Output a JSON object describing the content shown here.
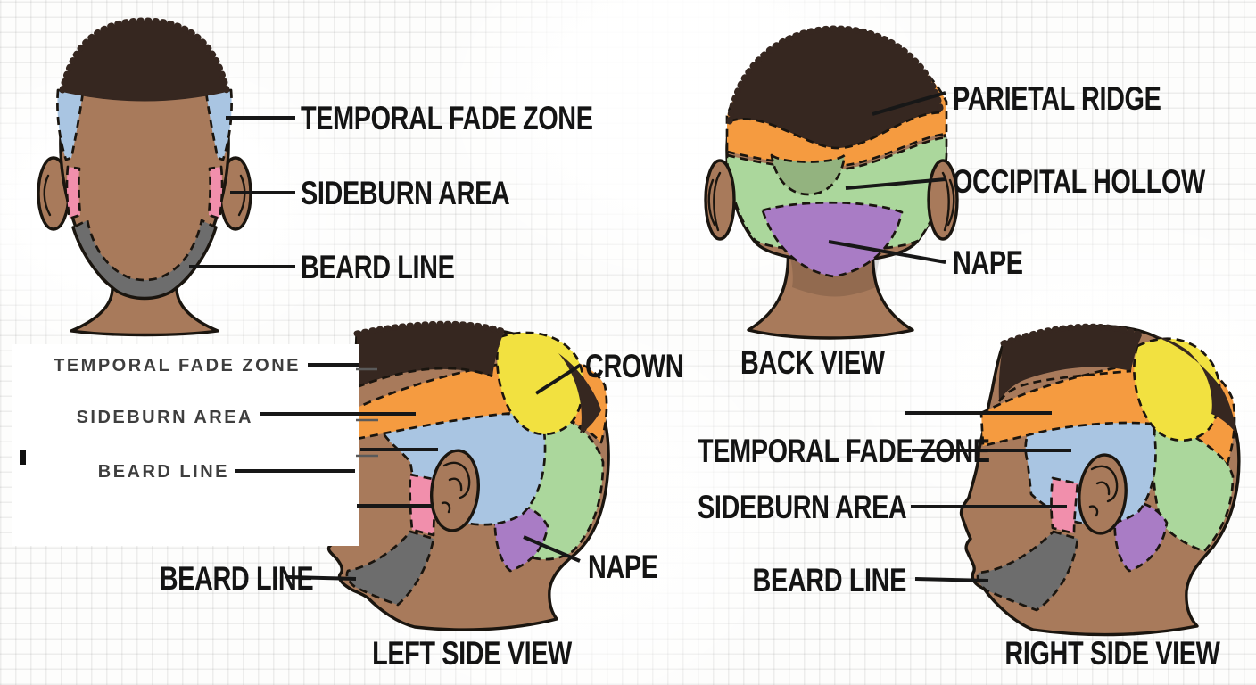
{
  "palette": {
    "skin": "#a87a5b",
    "skin_shadow": "#906a4b",
    "hair": "#362720",
    "outline": "#1a150f",
    "temporal_blue": "#a9c5e2",
    "sideburn_pink": "#f18fac",
    "beard_gray": "#6d6d6d",
    "parietal_orange": "#f59b40",
    "occipital_green": "#abd79c",
    "occipital_hollow_green": "#93b37f",
    "nape_purple": "#a97cc5",
    "crown_yellow": "#f2e140",
    "leader_line": "#171717",
    "small_label_text": "#3e3e3e",
    "label_text": "#141414"
  },
  "views": {
    "front": {
      "labels": [
        "TEMPORAL FADE ZONE",
        "SIDEBURN AREA",
        "BEARD LINE"
      ]
    },
    "back": {
      "caption": "BACK VIEW",
      "labels": [
        "PARIETAL RIDGE",
        "OCCIPITAL HOLLOW",
        "NAPE"
      ]
    },
    "left": {
      "caption": "LEFT SIDE VIEW",
      "small_labels": [
        "TEMPORAL FADE ZONE",
        "SIDEBURN AREA",
        "BEARD LINE"
      ],
      "crown_label": "CROWN",
      "nape_label": "NAPE",
      "beard_label": "BEARD LINE"
    },
    "right": {
      "caption": "RIGHT SIDE VIEW",
      "labels": [
        "TEMPORAL FADE ZONE",
        "SIDEBURN AREA",
        "BEARD LINE"
      ]
    }
  }
}
